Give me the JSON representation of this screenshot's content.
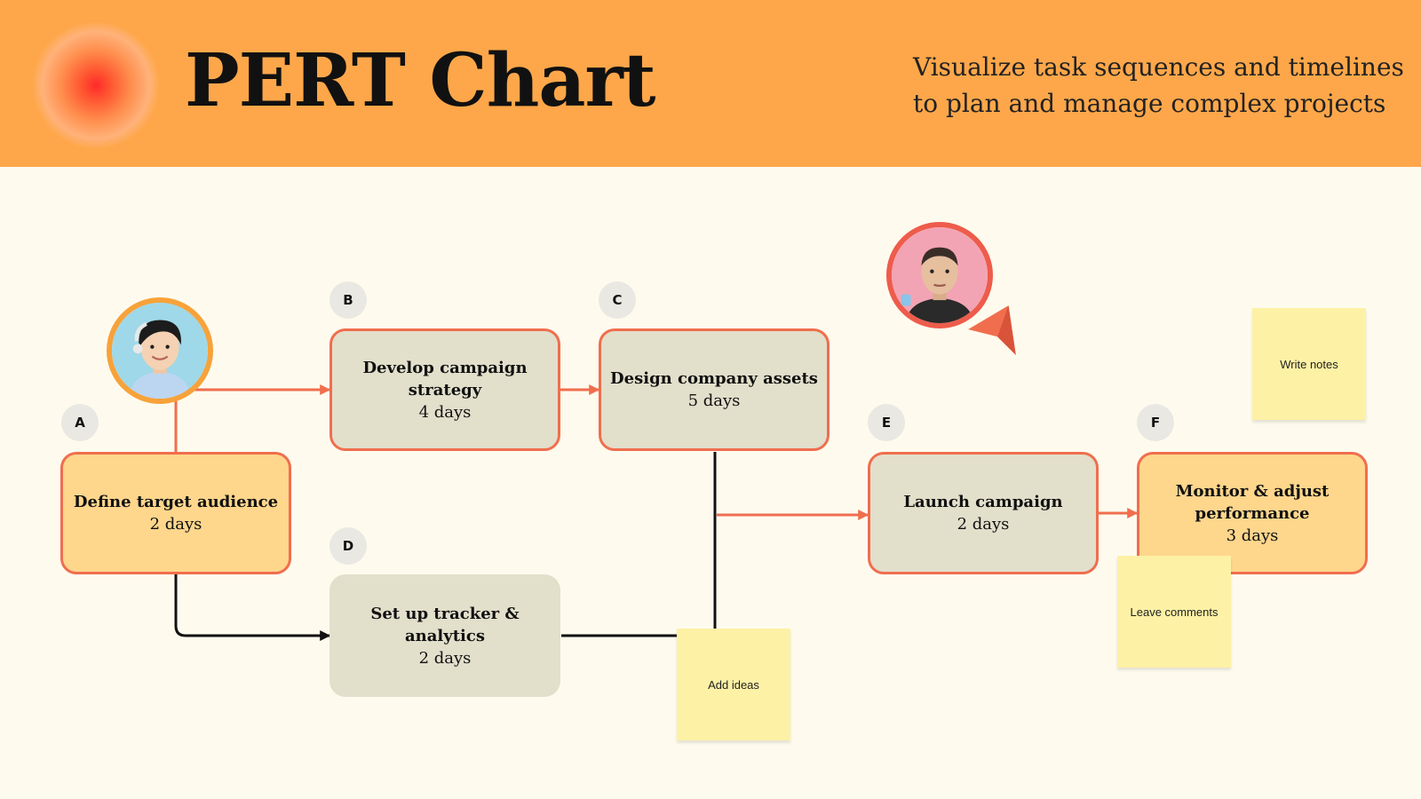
{
  "header": {
    "title": "PERT Chart",
    "subtitle_lines": [
      "Visualize task sequences and timelines",
      "to plan and manage complex projects"
    ],
    "background": "#fea74a"
  },
  "colors": {
    "canvas": "#fefbee",
    "accent_orange": "#f06e4e",
    "task_orange_fill": "#fed68c",
    "task_grey_fill": "#e2dfcb",
    "sticky_fill": "#fdf1a5",
    "dependency_black": "#111111"
  },
  "tasks": [
    {
      "id": "A",
      "name": "Define target audience",
      "duration": "2 days"
    },
    {
      "id": "B",
      "name": "Develop campaign strategy",
      "duration": "4 days"
    },
    {
      "id": "C",
      "name": "Design company assets",
      "duration": "5 days"
    },
    {
      "id": "D",
      "name": "Set up tracker & analytics",
      "duration": "2 days"
    },
    {
      "id": "E",
      "name": "Launch campaign",
      "duration": "2 days"
    },
    {
      "id": "F",
      "name": "Monitor & adjust performance",
      "duration": "3 days"
    }
  ],
  "dependencies": [
    {
      "from": "A",
      "to": "B"
    },
    {
      "from": "B",
      "to": "C"
    },
    {
      "from": "A",
      "to": "D"
    },
    {
      "from": "C",
      "to": "E"
    },
    {
      "from": "D",
      "to": "E"
    },
    {
      "from": "E",
      "to": "F"
    }
  ],
  "stickies": {
    "add_ideas": "Add ideas",
    "write_notes": "Write notes",
    "leave_comments": "Leave comments"
  },
  "icons": {
    "avatar_1": "user-avatar-icon",
    "avatar_2": "user-avatar-icon",
    "cursor": "collaborator-cursor-icon"
  }
}
